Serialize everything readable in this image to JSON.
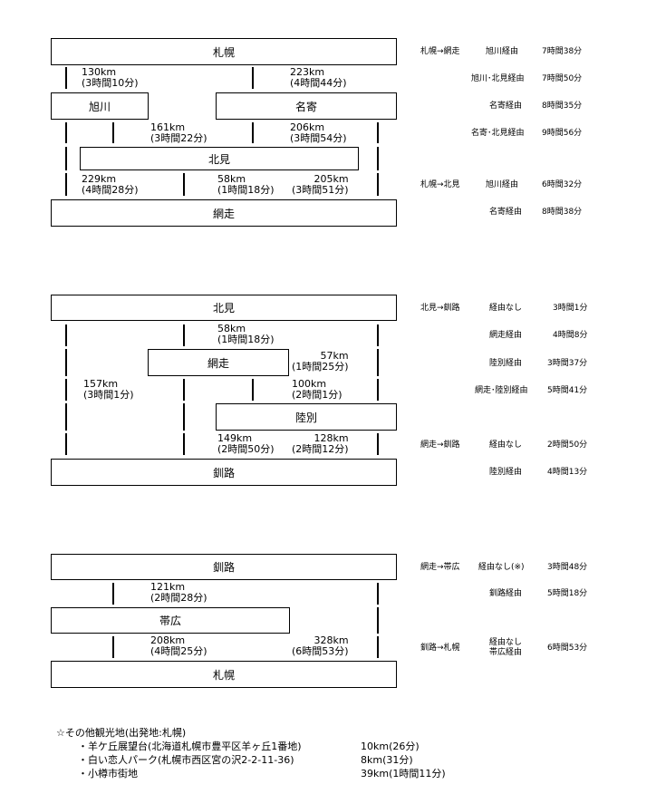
{
  "diagram1": {
    "nodes": {
      "sapporo": "札幌",
      "asahikawa": "旭川",
      "nayoro": "名寄",
      "kitami": "北見",
      "abashiri": "網走"
    },
    "edges": {
      "sapporo_asahikawa": {
        "dist": "130km",
        "time": "(3時間10分)"
      },
      "sapporo_nayoro": {
        "dist": "223km",
        "time": "(4時間44分)"
      },
      "asahikawa_kitami": {
        "dist": "161km",
        "time": "(3時間22分)"
      },
      "nayoro_kitami": {
        "dist": "206km",
        "time": "(3時間54分)"
      },
      "asahikawa_abashiri": {
        "dist": "229km",
        "time": "(4時間28分)"
      },
      "kitami_abashiri": {
        "dist": "58km",
        "time": "(1時間18分)"
      },
      "nayoro_abashiri": {
        "dist": "205km",
        "time": "(3時間51分)"
      }
    },
    "routes": [
      {
        "route": "札幌→網走",
        "via": "旭川経由",
        "time": "7時間38分"
      },
      {
        "route": "",
        "via": "旭川･北見経由",
        "time": "7時間50分"
      },
      {
        "route": "",
        "via": "名寄経由",
        "time": "8時間35分"
      },
      {
        "route": "",
        "via": "名寄･北見経由",
        "time": "9時間56分"
      },
      {
        "route": "札幌→北見",
        "via": "旭川経由",
        "time": "6時間32分"
      },
      {
        "route": "",
        "via": "名寄経由",
        "time": "8時間38分"
      }
    ]
  },
  "diagram2": {
    "nodes": {
      "kitami": "北見",
      "abashiri": "網走",
      "rikubetsu": "陸別",
      "kushiro": "釧路"
    },
    "edges": {
      "kitami_abashiri": {
        "dist": "58km",
        "time": "(1時間18分)"
      },
      "abashiri_rikubetsu": {
        "dist": "57km",
        "time": "(1時間25分)"
      },
      "kitami_kushiro": {
        "dist": "157km",
        "time": "(3時間1分)"
      },
      "kitami_rikubetsu": {
        "dist": "100km",
        "time": "(2時間1分)"
      },
      "abashiri_kushiro": {
        "dist": "149km",
        "time": "(2時間50分)"
      },
      "rikubetsu_kushiro": {
        "dist": "128km",
        "time": "(2時間12分)"
      }
    },
    "routes": [
      {
        "route": "北見→釧路",
        "via": "経由なし",
        "time": "3時間1分"
      },
      {
        "route": "",
        "via": "網走経由",
        "time": "4時間8分"
      },
      {
        "route": "",
        "via": "陸別経由",
        "time": "3時間37分"
      },
      {
        "route": "",
        "via": "網走･陸別経由",
        "time": "5時間41分"
      },
      {
        "route": "網走→釧路",
        "via": "経由なし",
        "time": "2時間50分"
      },
      {
        "route": "",
        "via": "陸別経由",
        "time": "4時間13分"
      }
    ]
  },
  "diagram3": {
    "nodes": {
      "kushiro": "釧路",
      "obihiro": "帯広",
      "sapporo": "札幌"
    },
    "edges": {
      "kushiro_obihiro": {
        "dist": "121km",
        "time": "(2時間28分)"
      },
      "obihiro_sapporo": {
        "dist": "208km",
        "time": "(4時間25分)"
      },
      "kushiro_sapporo": {
        "dist": "328km",
        "time": "(6時間53分)"
      }
    },
    "routes": [
      {
        "route": "網走→帯広",
        "via": "経由なし(※)",
        "time": "3時間48分"
      },
      {
        "route": "",
        "via": "釧路経由",
        "time": "5時間18分"
      },
      {
        "route": "釧路→札幌",
        "via": "経由なし",
        "via2": "帯広経由",
        "time": "6時間53分"
      }
    ]
  },
  "footer": {
    "heading": "☆その他観光地(出発地:札幌)",
    "items": [
      {
        "name": "・羊ケ丘展望台(北海道札幌市豊平区羊ヶ丘1番地)",
        "info": "10km(26分)"
      },
      {
        "name": "・白い恋人パーク(札幌市西区宮の沢2-2-11-36)",
        "info": "8km(31分)"
      },
      {
        "name": "・小樽市街地",
        "info": "39km(1時間11分)"
      }
    ]
  }
}
